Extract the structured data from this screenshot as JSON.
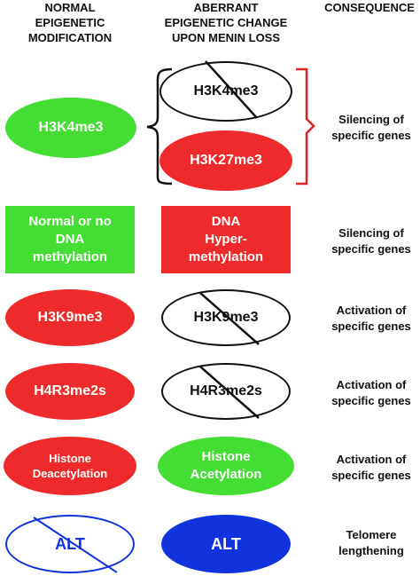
{
  "headers": {
    "col1": "NORMAL\nEPIGENETIC\nMODIFICATION",
    "col2": "ABERRANT\nEPIGENETIC CHANGE\nUPON MENIN LOSS",
    "col3": "CONSEQUENCE"
  },
  "rows": [
    {
      "normal": "H3K4me3",
      "aberrant_top": "H3K4me3",
      "aberrant_bottom": "H3K27me3",
      "consequence": "Silencing of\nspecific genes"
    },
    {
      "normal": "Normal or no\nDNA\nmethylation",
      "aberrant": "DNA\nHyper-\nmethylation",
      "consequence": "Silencing of\nspecific genes"
    },
    {
      "normal": "H3K9me3",
      "aberrant": "H3K9me3",
      "consequence": "Activation of\nspecific genes"
    },
    {
      "normal": "H4R3me2s",
      "aberrant": "H4R3me2s",
      "consequence": "Activation of\nspecific genes"
    },
    {
      "normal": "Histone\nDeacetylation",
      "aberrant": "Histone\nAcetylation",
      "consequence": "Activation of\nspecific genes"
    },
    {
      "normal": "ALT",
      "aberrant": "ALT",
      "consequence": "Telomere\nlengthening"
    }
  ],
  "colors": {
    "green": "#44dd33",
    "red": "#ee2a2a",
    "blue": "#1133dd",
    "bracket_red": "#dd2222",
    "stroke": "#111111"
  }
}
